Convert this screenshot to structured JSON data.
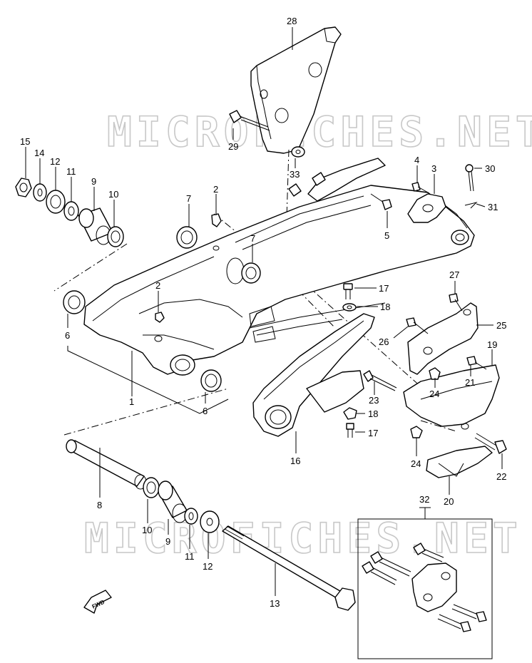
{
  "watermarks": [
    "MICROFICHES.NET",
    "MICROFICHES.NET"
  ],
  "fwd_label": "FWD",
  "callouts": [
    {
      "id": "c28",
      "text": "28"
    },
    {
      "id": "c29",
      "text": "29"
    },
    {
      "id": "c33",
      "text": "33"
    },
    {
      "id": "c15",
      "text": "15"
    },
    {
      "id": "c14",
      "text": "14"
    },
    {
      "id": "c12a",
      "text": "12"
    },
    {
      "id": "c11a",
      "text": "11"
    },
    {
      "id": "c9a",
      "text": "9"
    },
    {
      "id": "c10a",
      "text": "10"
    },
    {
      "id": "c7a",
      "text": "7"
    },
    {
      "id": "c2a",
      "text": "2"
    },
    {
      "id": "c7b",
      "text": "7"
    },
    {
      "id": "c4",
      "text": "4"
    },
    {
      "id": "c3",
      "text": "3"
    },
    {
      "id": "c30",
      "text": "30"
    },
    {
      "id": "c31",
      "text": "31"
    },
    {
      "id": "c5",
      "text": "5"
    },
    {
      "id": "c2b",
      "text": "2"
    },
    {
      "id": "c6a",
      "text": "6"
    },
    {
      "id": "c17a",
      "text": "17"
    },
    {
      "id": "c18a",
      "text": "18"
    },
    {
      "id": "c27",
      "text": "27"
    },
    {
      "id": "c25",
      "text": "25"
    },
    {
      "id": "c26",
      "text": "26"
    },
    {
      "id": "c19",
      "text": "19"
    },
    {
      "id": "c21",
      "text": "21"
    },
    {
      "id": "c24a",
      "text": "24"
    },
    {
      "id": "c1",
      "text": "1"
    },
    {
      "id": "c6b",
      "text": "6"
    },
    {
      "id": "c23",
      "text": "23"
    },
    {
      "id": "c18b",
      "text": "18"
    },
    {
      "id": "c17b",
      "text": "17"
    },
    {
      "id": "c16",
      "text": "16"
    },
    {
      "id": "c24b",
      "text": "24"
    },
    {
      "id": "c22",
      "text": "22"
    },
    {
      "id": "c20",
      "text": "20"
    },
    {
      "id": "c8",
      "text": "8"
    },
    {
      "id": "c10b",
      "text": "10"
    },
    {
      "id": "c9b",
      "text": "9"
    },
    {
      "id": "c11b",
      "text": "11"
    },
    {
      "id": "c12b",
      "text": "12"
    },
    {
      "id": "c13",
      "text": "13"
    },
    {
      "id": "c32",
      "text": "32"
    }
  ]
}
